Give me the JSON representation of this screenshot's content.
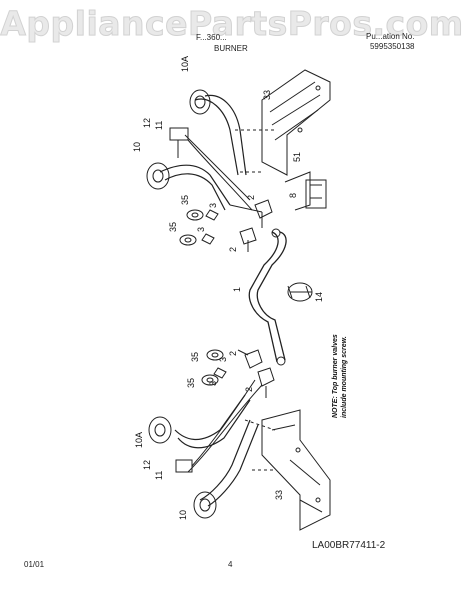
{
  "watermark": "AppliancePartsPros.com",
  "header": {
    "model": "F...360...",
    "section": "BURNER",
    "pub_label": "Pu...ation No.",
    "pub_number": "5995350138"
  },
  "labels": {
    "l10A": "10A",
    "l33": "33",
    "l12": "12",
    "l11": "11",
    "l10": "10",
    "l51": "51",
    "l8": "8",
    "l35": "35",
    "l3": "3",
    "l2": "2",
    "l1": "1",
    "l14": "14"
  },
  "note": {
    "line1": "NOTE: Top burner valves",
    "line2": "include mounting screw."
  },
  "footer": {
    "code": "LA00BR77411-2",
    "date": "01/01",
    "page": "4"
  }
}
